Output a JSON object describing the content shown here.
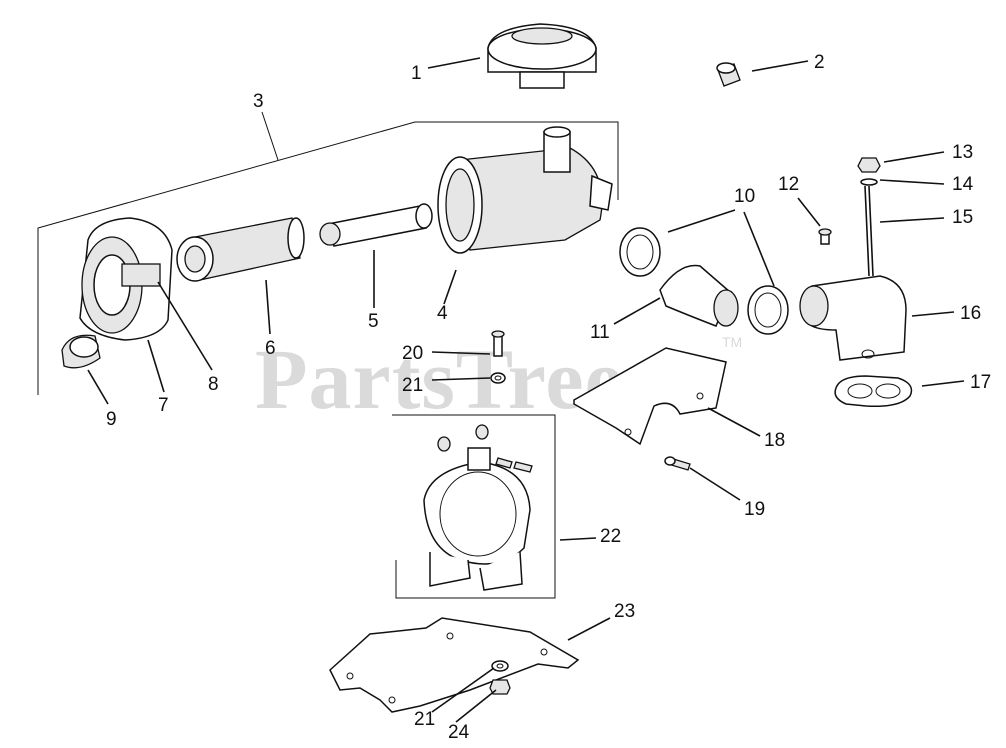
{
  "watermark": {
    "text": "PartsTree",
    "tm": "TM"
  },
  "callouts": [
    {
      "id": "c1",
      "label": "1"
    },
    {
      "id": "c2",
      "label": "2"
    },
    {
      "id": "c3",
      "label": "3"
    },
    {
      "id": "c4",
      "label": "4"
    },
    {
      "id": "c5",
      "label": "5"
    },
    {
      "id": "c6",
      "label": "6"
    },
    {
      "id": "c7",
      "label": "7"
    },
    {
      "id": "c8",
      "label": "8"
    },
    {
      "id": "c9",
      "label": "9"
    },
    {
      "id": "c10",
      "label": "10"
    },
    {
      "id": "c11",
      "label": "11"
    },
    {
      "id": "c12",
      "label": "12"
    },
    {
      "id": "c13",
      "label": "13"
    },
    {
      "id": "c14",
      "label": "14"
    },
    {
      "id": "c15",
      "label": "15"
    },
    {
      "id": "c16",
      "label": "16"
    },
    {
      "id": "c17",
      "label": "17"
    },
    {
      "id": "c18",
      "label": "18"
    },
    {
      "id": "c19",
      "label": "19"
    },
    {
      "id": "c20",
      "label": "20"
    },
    {
      "id": "c21a",
      "label": "21"
    },
    {
      "id": "c22",
      "label": "22"
    },
    {
      "id": "c23",
      "label": "23"
    },
    {
      "id": "c21b",
      "label": "21"
    },
    {
      "id": "c24",
      "label": "24"
    }
  ]
}
